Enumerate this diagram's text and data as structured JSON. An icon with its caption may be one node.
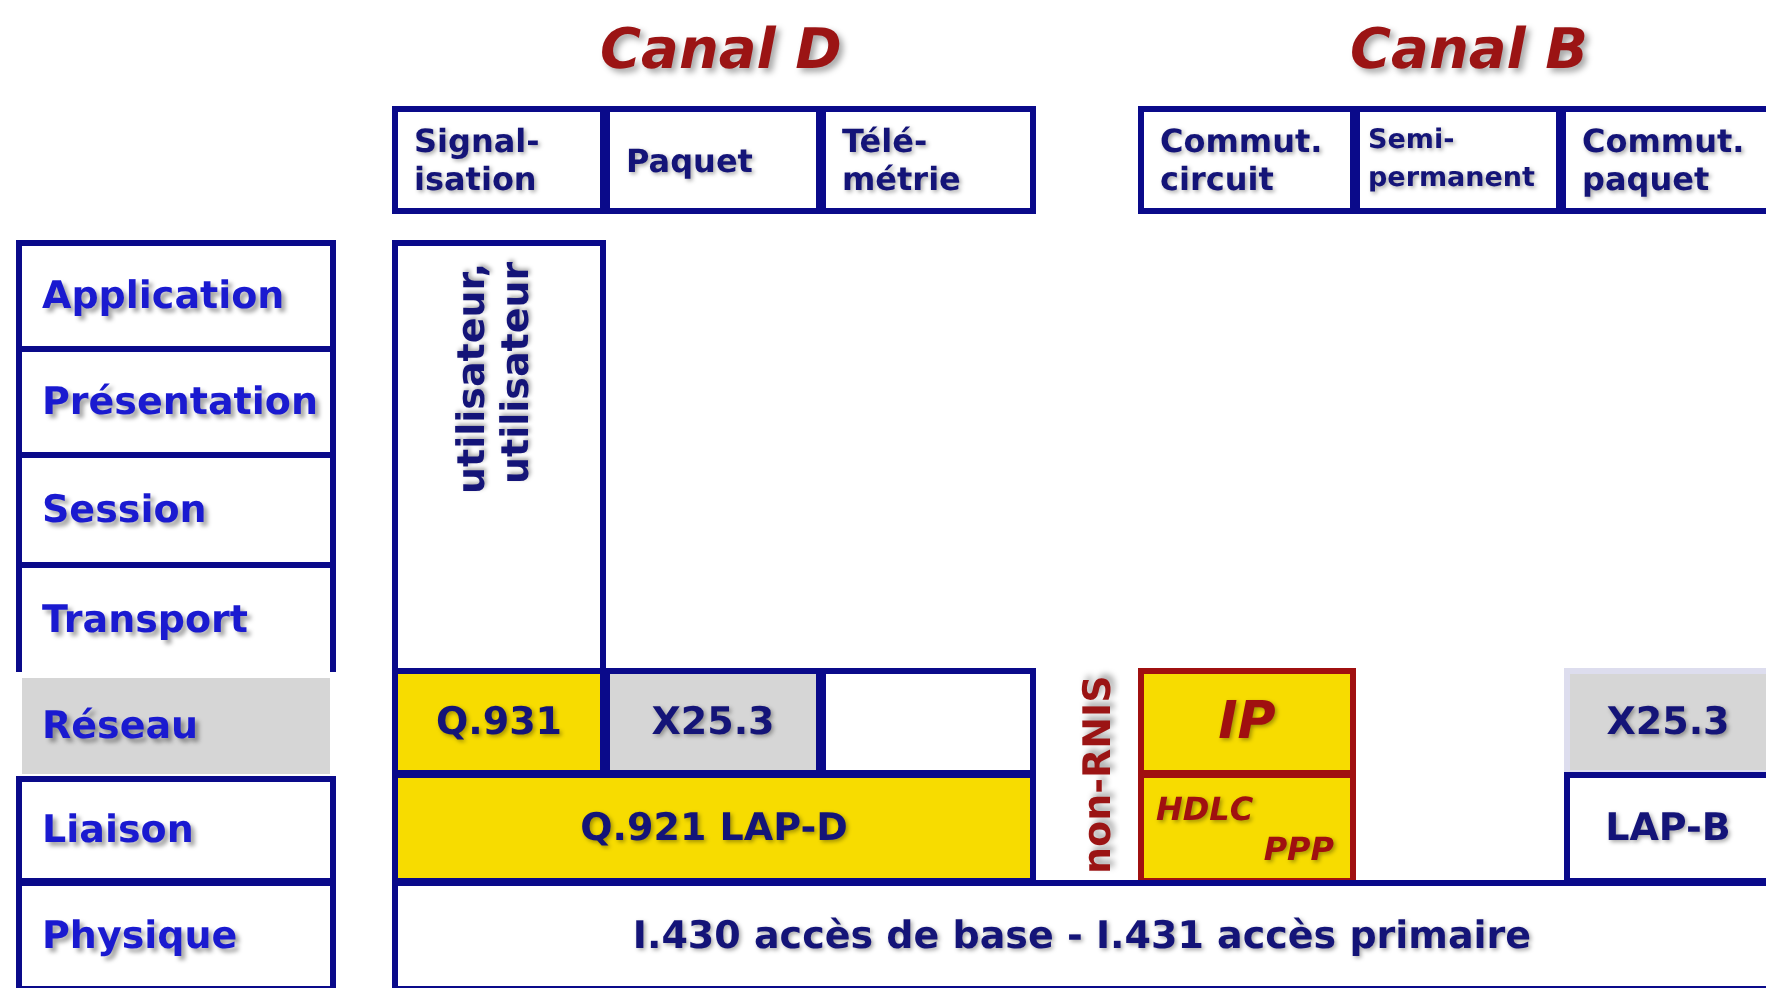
{
  "diagram": {
    "nodes": [
      {
        "text": [
          "Signal- isation"
        ]
      },
      {
        "text": [
          "Paquet"
        ]
      },
      {
        "text": [
          "Télé- métrie"
        ]
      },
      {
        "text": [
          "Commut. circuit"
        ]
      },
      {
        "text": [
          "Semi- permanent"
        ]
      },
      {
        "text": [
          "Commut. paquet"
        ]
      },
      {
        "text": [
          "Application"
        ]
      },
      {
        "text": [
          "Présentation"
        ]
      },
      {
        "text": [
          "Session"
        ]
      },
      {
        "text": [
          "Transport"
        ]
      },
      {
        "text": [
          "Réseau"
        ]
      },
      {
        "text": [
          "Liaison"
        ]
      },
      {
        "text": [
          "Physique"
        ]
      },
      {
        "text": [
          "utilisateur, utilisateur"
        ]
      },
      {
        "text": [
          "Q.931"
        ]
      },
      {
        "text": [
          "X25.3"
        ]
      },
      {
        "text": [],
        "shape": "box"
      },
      {
        "text": [
          "Q.921 LAP-D"
        ]
      },
      {
        "text": [
          "IP"
        ]
      },
      {
        "text": [
          "HDLC",
          "PPP"
        ]
      },
      {
        "text": [
          "X25.3"
        ]
      },
      {
        "text": [
          "LAP-B"
        ]
      },
      {
        "text": [
          "I.430 accès de base - I.431 accès primaire"
        ]
      }
    ],
    "labels": [
      "Canal D",
      "Canal B",
      "non-RNIS"
    ]
  }
}
